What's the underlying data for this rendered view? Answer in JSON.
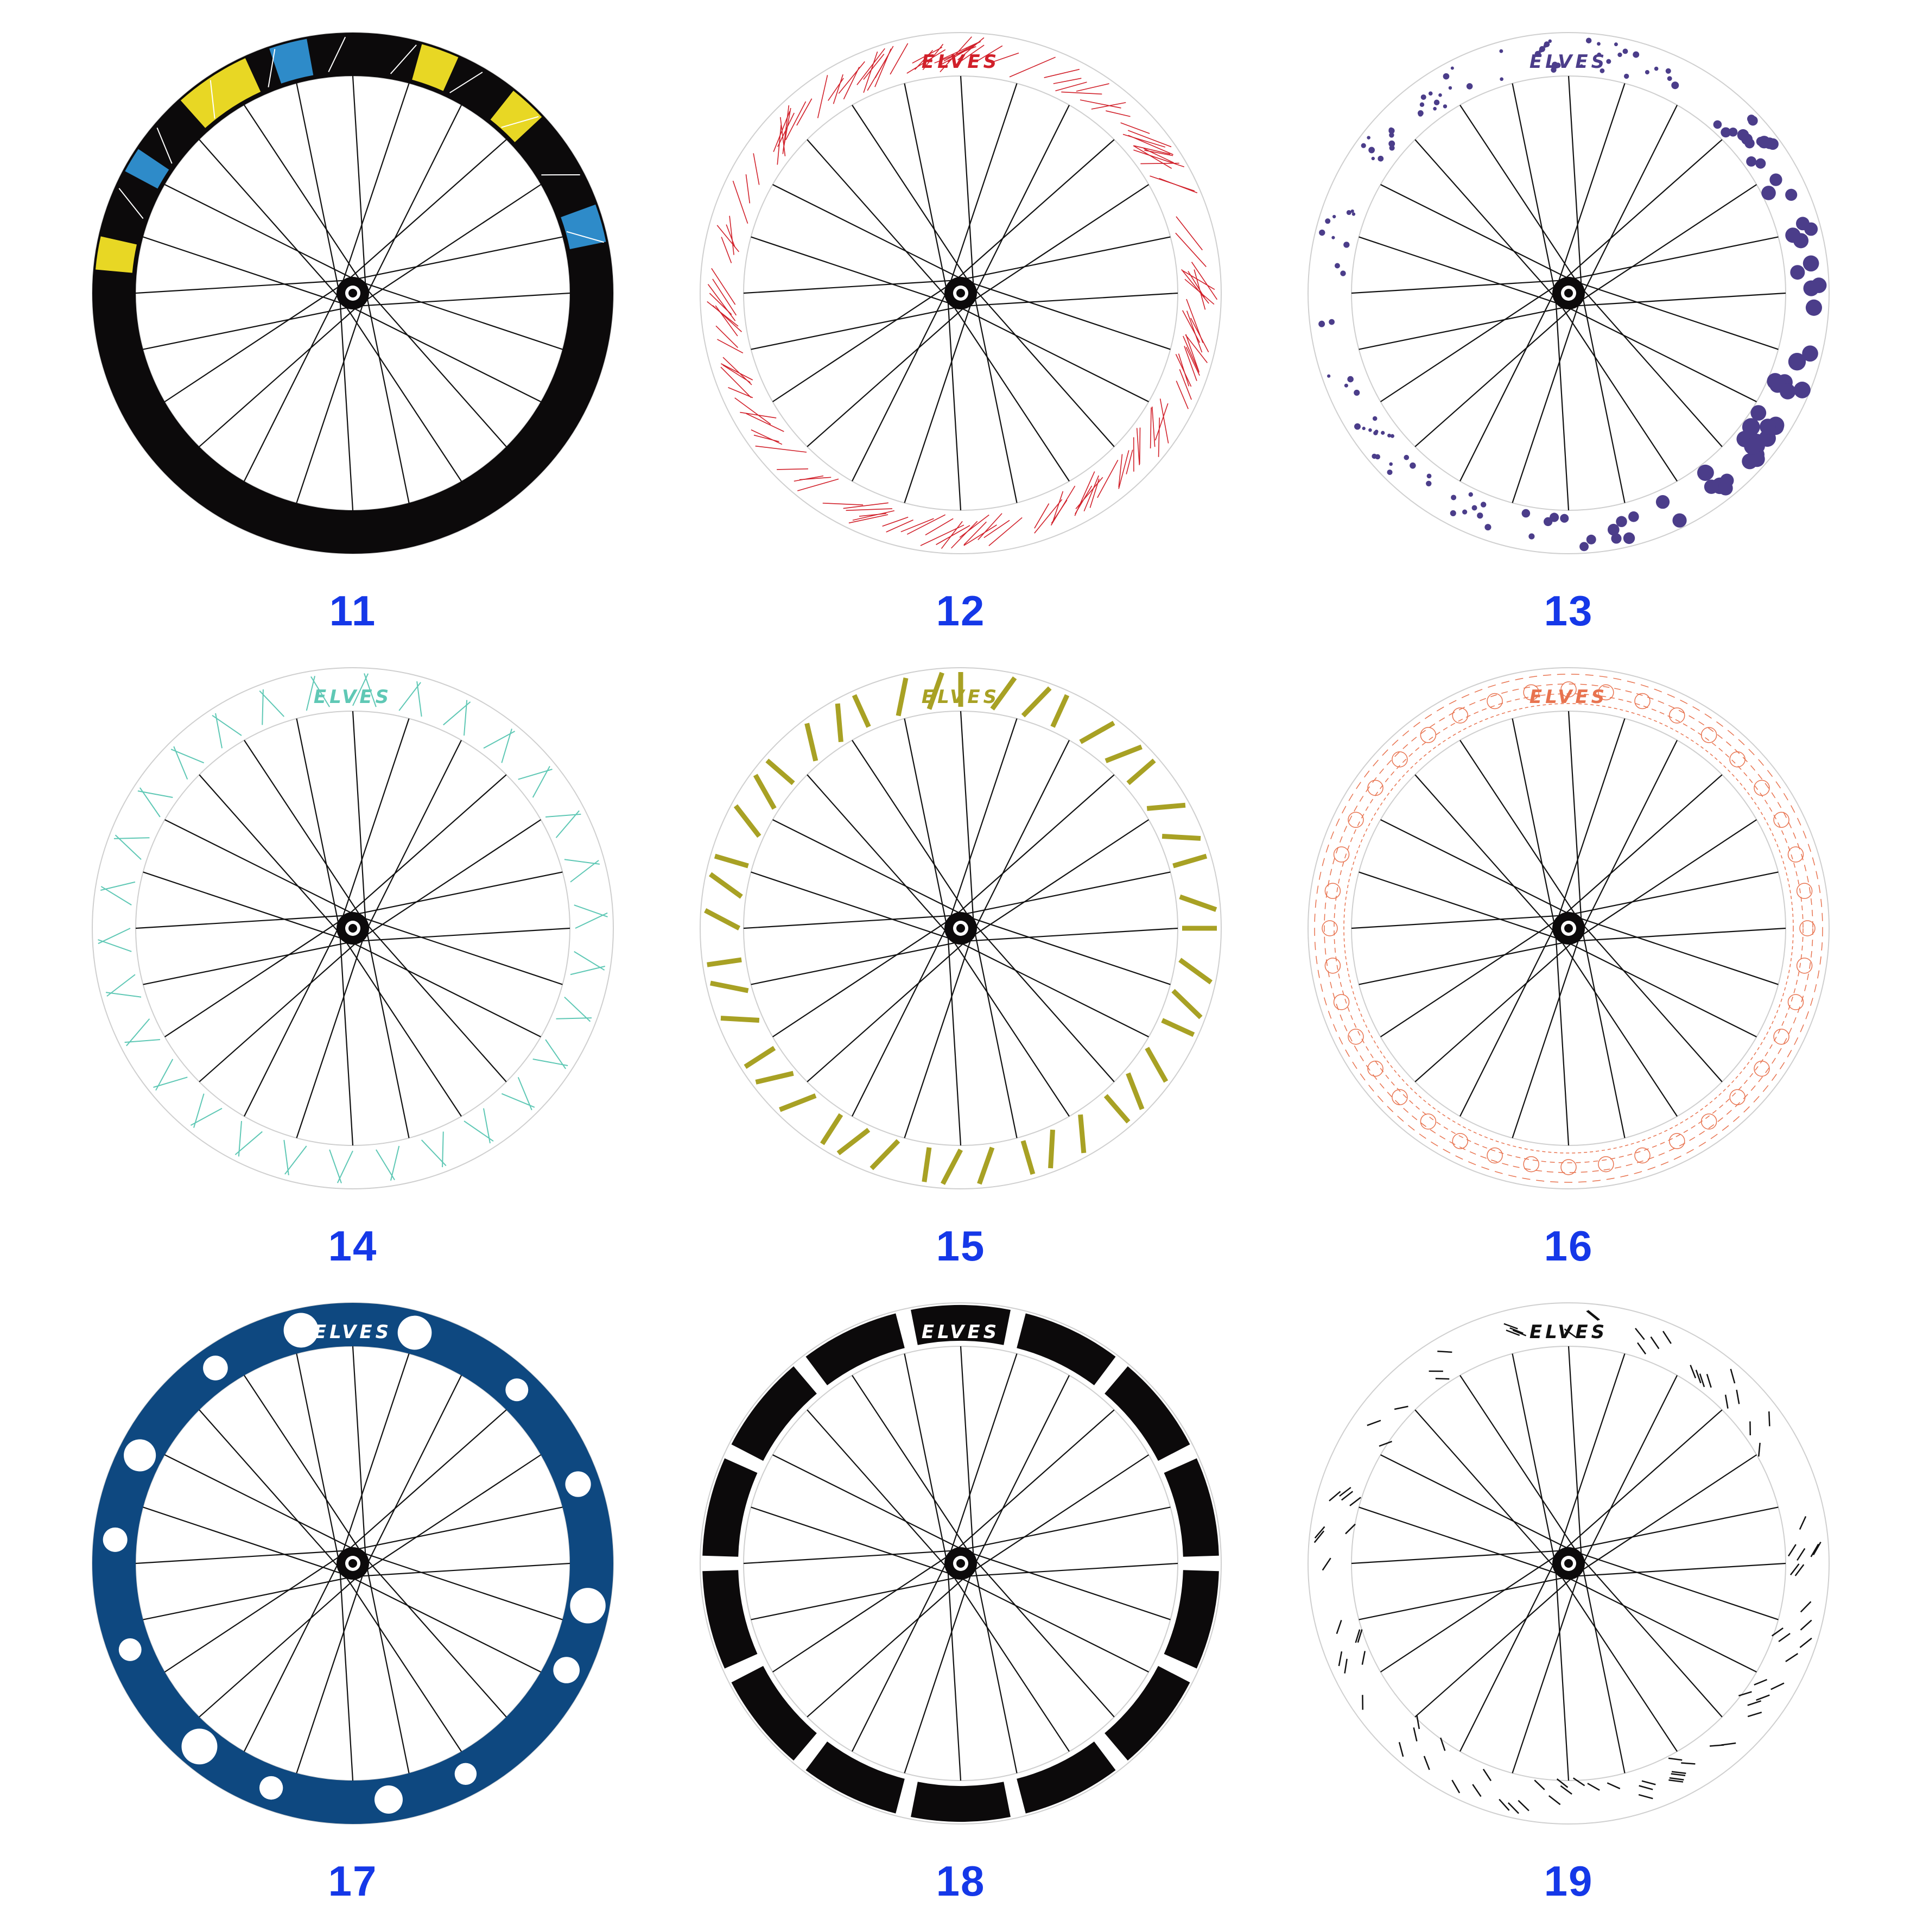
{
  "brand_text": "ELVES",
  "label_color": "#1538e8",
  "wheels": [
    {
      "id": "11",
      "label": "11",
      "rim_color": "#0c0a0b",
      "accent_1": "#e8d724",
      "accent_2": "#2e8bc9",
      "style": "black-geometric"
    },
    {
      "id": "12",
      "label": "12",
      "rim_color": "#ffffff",
      "accent_1": "#d1202a",
      "style": "red-flow-lines"
    },
    {
      "id": "13",
      "label": "13",
      "rim_color": "#ffffff",
      "accent_1": "#4b3d8a",
      "style": "purple-dots"
    },
    {
      "id": "14",
      "label": "14",
      "rim_color": "#ffffff",
      "accent_1": "#5fc8b5",
      "style": "teal-strokes"
    },
    {
      "id": "15",
      "label": "15",
      "rim_color": "#ffffff",
      "accent_1": "#a8a124",
      "style": "olive-chevrons"
    },
    {
      "id": "16",
      "label": "16",
      "rim_color": "#ffffff",
      "accent_1": "#e8734f",
      "style": "coral-mandala"
    },
    {
      "id": "17",
      "label": "17",
      "rim_color": "#0e4880",
      "accent_1": "#ffffff",
      "style": "navy-cutouts"
    },
    {
      "id": "18",
      "label": "18",
      "rim_color": "#0c0a0b",
      "accent_1": "#ffffff",
      "style": "black-segments"
    },
    {
      "id": "19",
      "label": "19",
      "rim_color": "#ffffff",
      "accent_1": "#111111",
      "style": "black-dashes"
    }
  ]
}
